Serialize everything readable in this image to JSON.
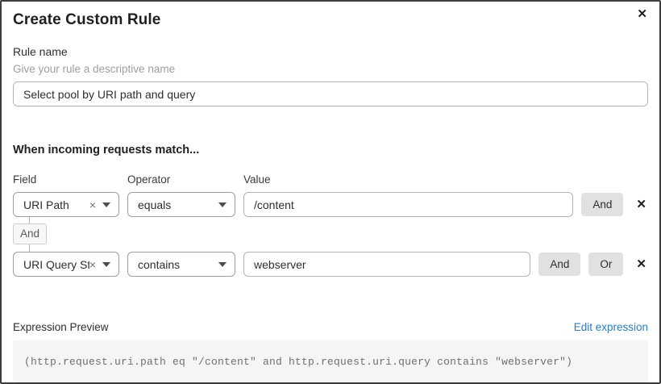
{
  "dialog": {
    "title": "Create Custom Rule"
  },
  "icons": {
    "close": "✕",
    "remove_row": "✕",
    "clear": "×"
  },
  "rule_name": {
    "label": "Rule name",
    "helper": "Give your rule a descriptive name",
    "value": "Select pool by URI path and query"
  },
  "matcher": {
    "heading": "When incoming requests match...",
    "columns": {
      "field": "Field",
      "operator": "Operator",
      "value": "Value"
    },
    "connector": "And",
    "rows": [
      {
        "field": "URI Path",
        "operator": "equals",
        "value": "/content",
        "and_label": "And"
      },
      {
        "field": "URI Query St...",
        "operator": "contains",
        "value": "webserver",
        "and_label": "And",
        "or_label": "Or"
      }
    ]
  },
  "expression": {
    "label": "Expression Preview",
    "edit_link": "Edit expression",
    "code": "(http.request.uri.path eq \"/content\" and http.request.uri.query contains \"webserver\")"
  },
  "colors": {
    "link_blue": "#2e7cb8",
    "button_gray": "#e0e1e1",
    "code_bg": "#f5f5f5",
    "dialog_border": "#3d3d3d"
  }
}
